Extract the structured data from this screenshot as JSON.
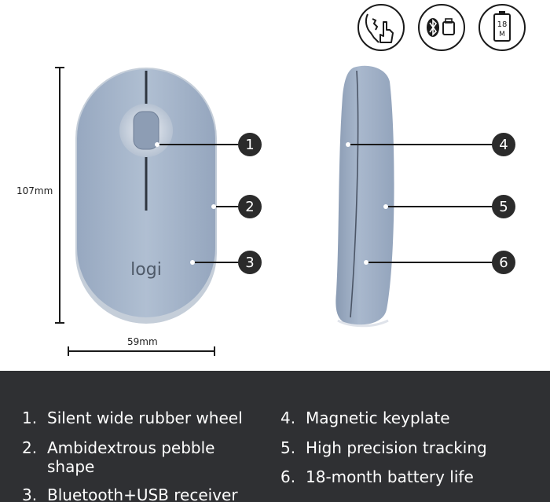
{
  "dimensions": {
    "height": "107mm",
    "width": "59mm"
  },
  "icons": [
    "silent-click-icon",
    "bluetooth-usb-icon",
    "battery-18-month-icon"
  ],
  "battery_icon": {
    "months": "18",
    "unit": "M"
  },
  "mouse": {
    "logo": "logi",
    "color": "#a9b8cd"
  },
  "callouts": [
    "1",
    "2",
    "3",
    "4",
    "5",
    "6"
  ],
  "features": [
    {
      "num": "1.",
      "text": "Silent wide rubber wheel"
    },
    {
      "num": "2.",
      "text": "Ambidextrous pebble",
      "text2": "shape"
    },
    {
      "num": "3.",
      "text": "Bluetooth+USB receiver"
    },
    {
      "num": "4.",
      "text": "Magnetic keyplate"
    },
    {
      "num": "5.",
      "text": "High precision tracking"
    },
    {
      "num": "6.",
      "text": "18-month battery life"
    }
  ],
  "colors": {
    "panel": "#2f3033",
    "accent": "#2b2b2b",
    "mouse_body": "#a9b8cd"
  }
}
